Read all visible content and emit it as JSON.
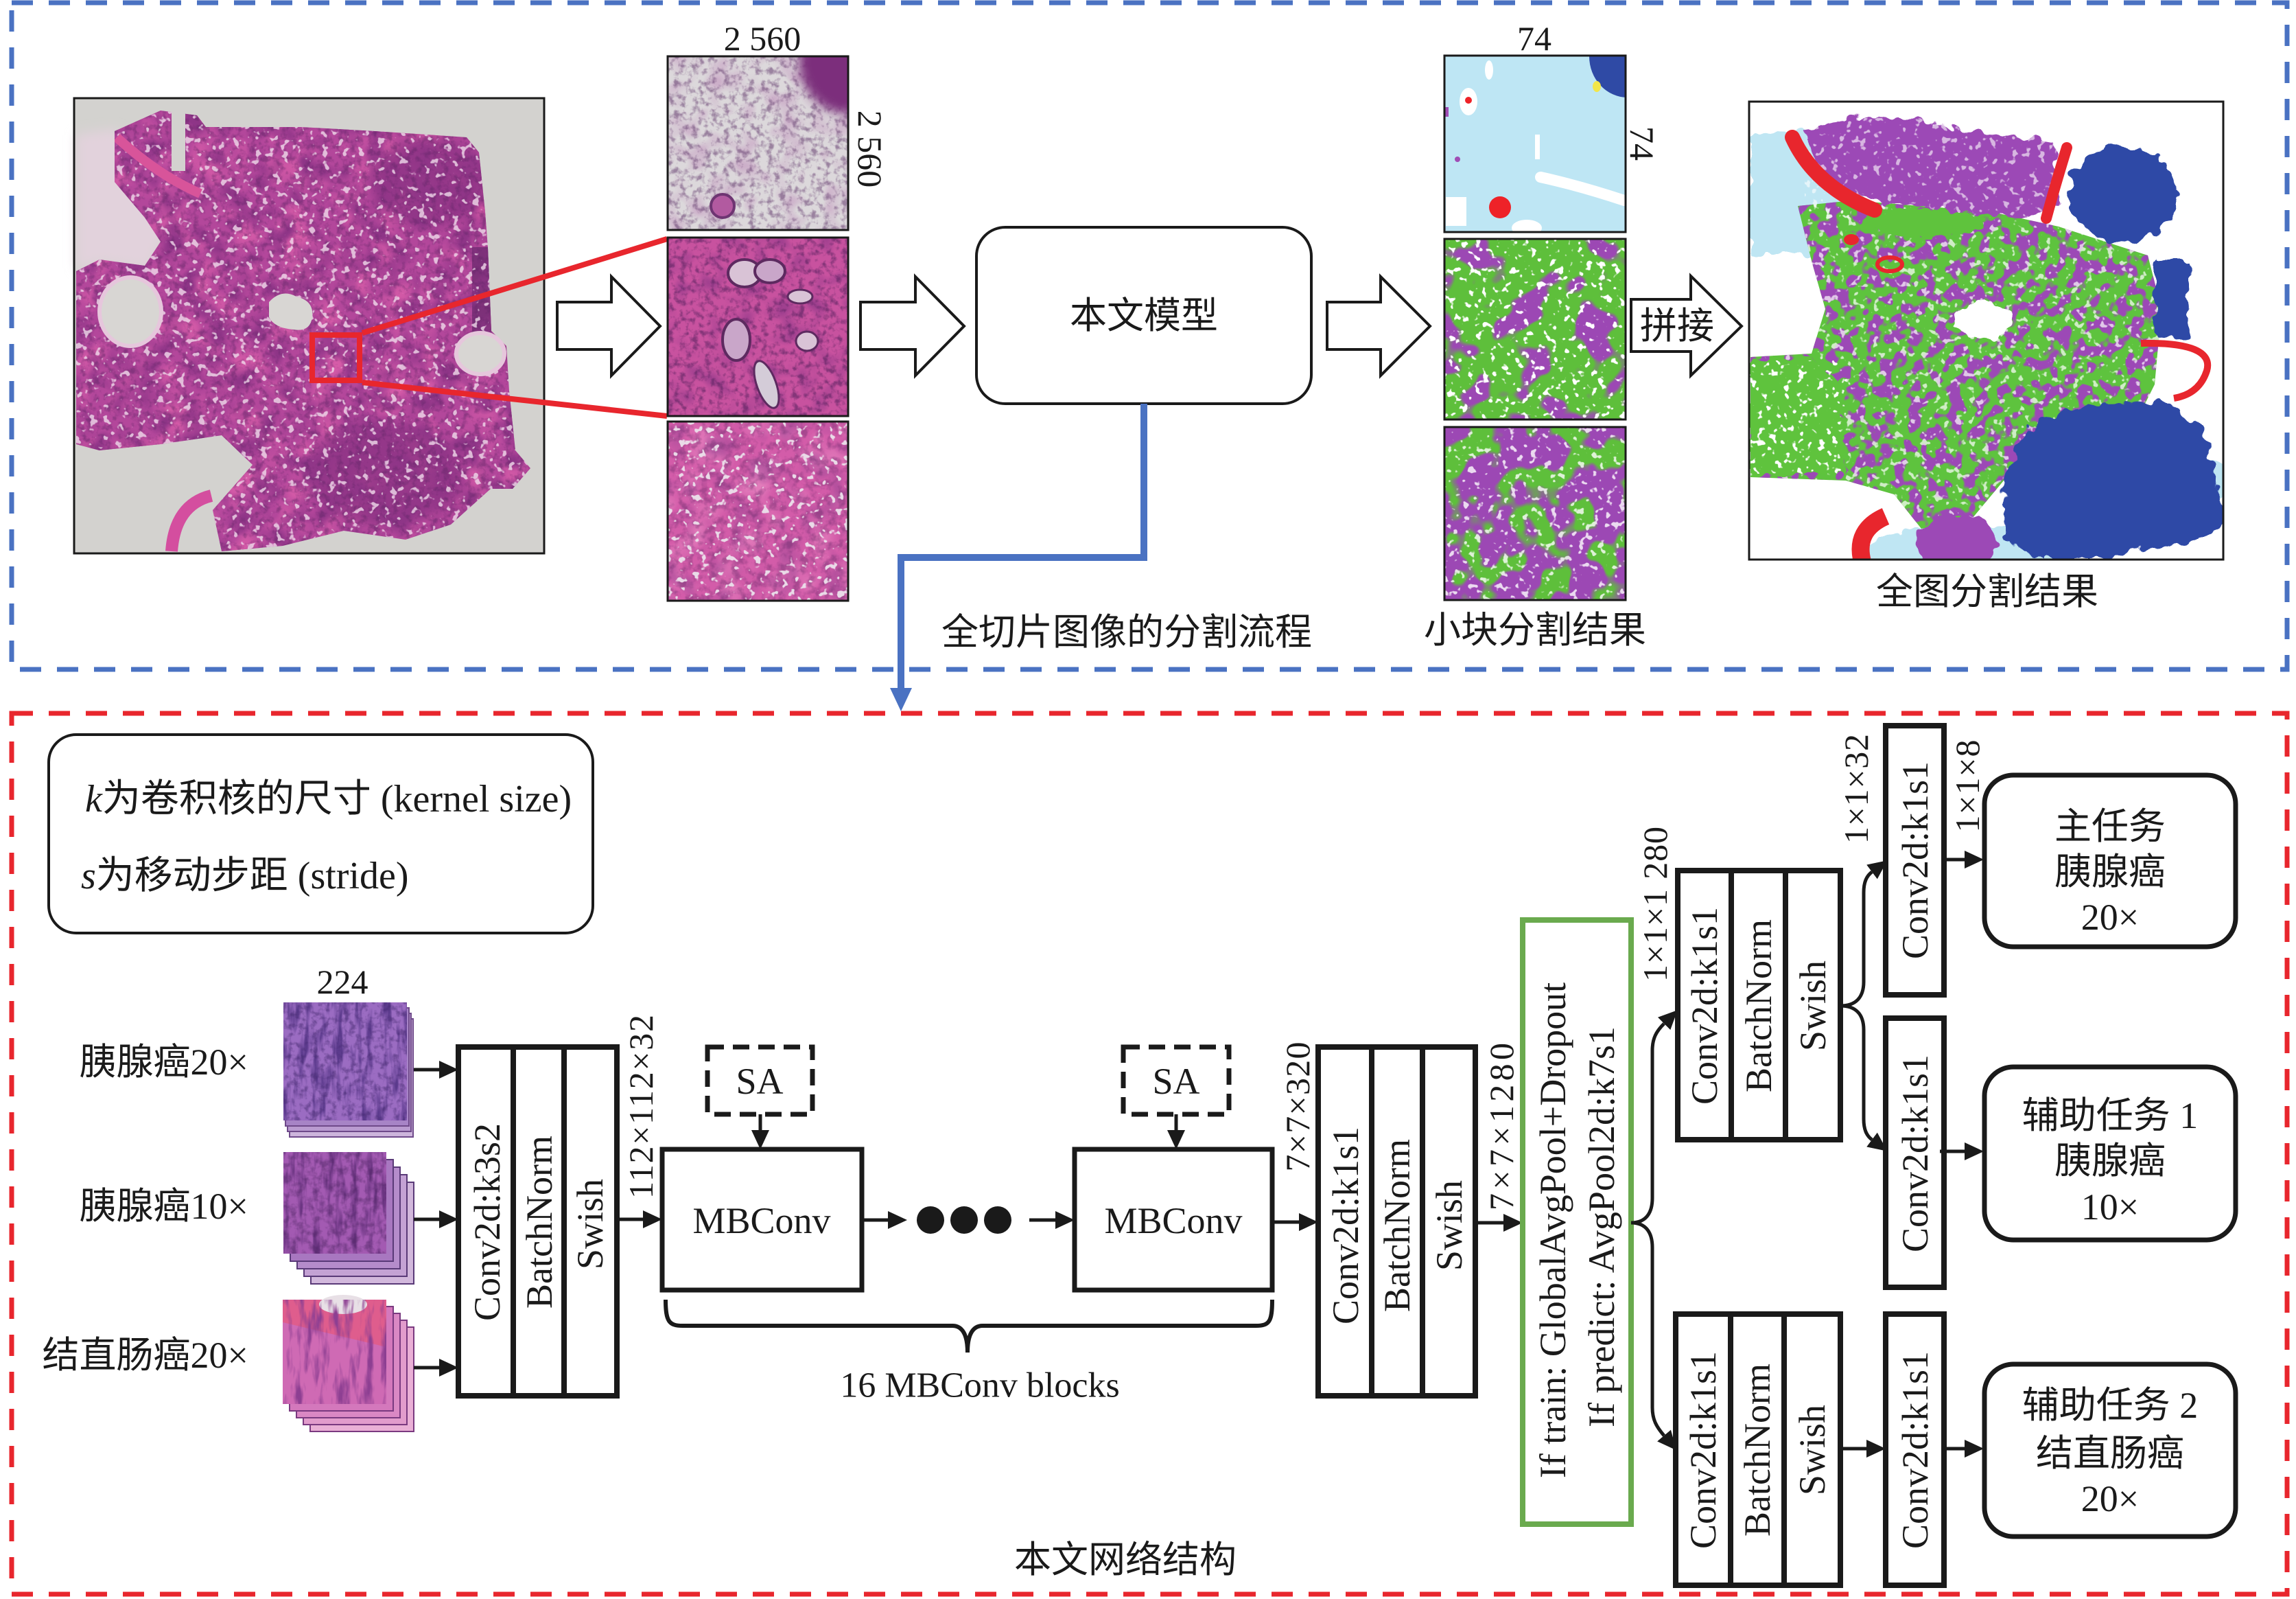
{
  "colors": {
    "top_frame": "#4a72c2",
    "bottom_frame": "#e8262d",
    "zoom_marker": "#e8262d",
    "flow_link": "#4a72c2",
    "pooling_box": "#6aaa4e",
    "segmentation_palette": [
      "#9c49b6",
      "#5ec33e",
      "#2d48a6",
      "#e8262d",
      "#bfe6f3",
      "#ffffff"
    ]
  },
  "pipeline": {
    "caption": "全切片图像的分割流程",
    "patch_width_label": "2 560",
    "patch_height_label": "2 560",
    "model_label": "本文模型",
    "result_width_label": "74",
    "result_height_label": "74",
    "stitch_label": "拼接",
    "patch_result_caption": "小块分割结果",
    "full_result_caption": "全图分割结果"
  },
  "network": {
    "caption": "本文网络结构",
    "legend": {
      "kernel_symbol": "k",
      "kernel_text": "为卷积核的尺寸 (kernel size)",
      "stride_symbol": "s",
      "stride_text": "为移动步距 (stride)"
    },
    "input_size_label": "224",
    "inputs": [
      {
        "label": "胰腺癌20×"
      },
      {
        "label": "胰腺癌10×"
      },
      {
        "label": "结直肠癌20×"
      }
    ],
    "stem": {
      "layers": [
        "Conv2d:k3s2",
        "BatchNorm",
        "Swish"
      ],
      "output_shape": "112×112×32"
    },
    "mbconv": {
      "block_label": "MBConv",
      "attention_label": "SA",
      "group_label": "16 MBConv blocks",
      "output_shape": "7×7×320"
    },
    "top_conv": {
      "layers": [
        "Conv2d:k1s1",
        "BatchNorm",
        "Swish"
      ],
      "output_shape": "7×7×1280"
    },
    "pooling": {
      "train_text": "If train: GlobalAvgPool+Dropout",
      "predict_text": "If predict: AvgPool2d:k7s1",
      "output_shape": "1×1×1 280"
    },
    "branch_a": {
      "layers": [
        "Conv2d:k1s1",
        "BatchNorm",
        "Swish"
      ],
      "output_shape": "1×1×32"
    },
    "branch_b": {
      "layers": [
        "Conv2d:k1s1",
        "BatchNorm",
        "Swish"
      ]
    },
    "heads": [
      {
        "layer": "Conv2d:k1s1",
        "output_shape": "1×1×8",
        "task_lines": [
          "主任务",
          "胰腺癌",
          "20×"
        ]
      },
      {
        "layer": "Conv2d:k1s1",
        "task_lines": [
          "辅助任务 1",
          "胰腺癌",
          "10×"
        ]
      },
      {
        "layer": "Conv2d:k1s1",
        "task_lines": [
          "辅助任务 2",
          "结直肠癌",
          "20×"
        ]
      }
    ]
  }
}
